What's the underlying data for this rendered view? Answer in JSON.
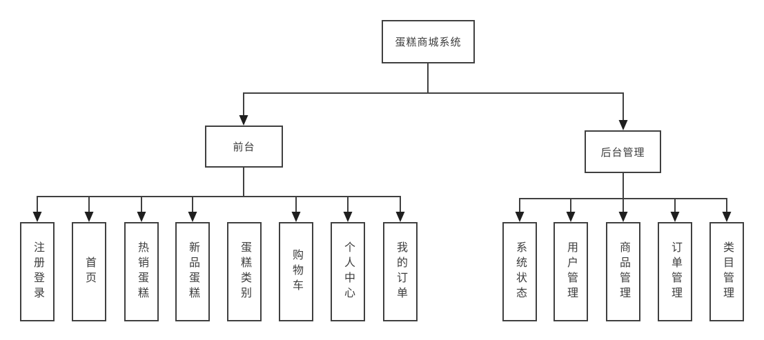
{
  "tree": {
    "root": {
      "label": "蛋糕商城系统"
    },
    "branches": [
      {
        "label": "前台",
        "children": [
          {
            "label": "注册登录"
          },
          {
            "label": "首页"
          },
          {
            "label": "热销蛋糕"
          },
          {
            "label": "新品蛋糕"
          },
          {
            "label": "蛋糕类别"
          },
          {
            "label": "购物车"
          },
          {
            "label": "个人中心"
          },
          {
            "label": "我的订单"
          }
        ]
      },
      {
        "label": "后台管理",
        "children": [
          {
            "label": "系统状态"
          },
          {
            "label": "用户管理"
          },
          {
            "label": "商品管理"
          },
          {
            "label": "订单管理"
          },
          {
            "label": "类目管理"
          }
        ]
      }
    ]
  },
  "colors": {
    "line": "#3f3f3f",
    "border": "#3f3f3f",
    "text": "#3c3c3c",
    "arrow": "#1f1f1f",
    "background": "#ffffff"
  }
}
